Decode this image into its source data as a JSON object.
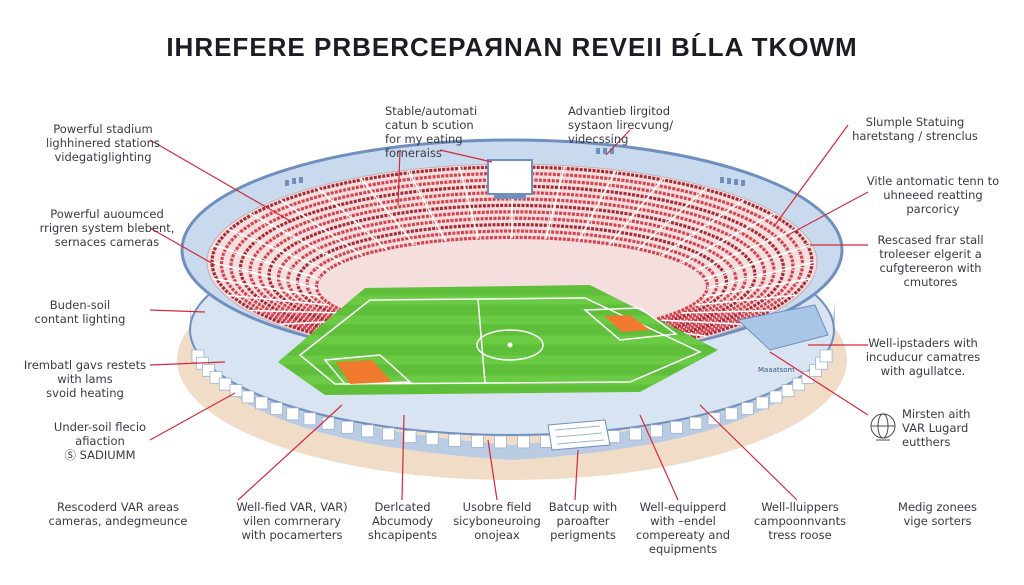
{
  "title": "IHREFERE PRBERCEPAЯNAN REVEII BĹLA TKOWM",
  "colors": {
    "seat": "#d7424f",
    "seat_dark": "#a82a37",
    "stand_bg": "#f5dede",
    "pitch": "#5fbf3a",
    "pitch_line": "#ffffff",
    "penalty_box": "#f07a2e",
    "roof": "#c9d9ee",
    "roof_edge": "#6f8fbf",
    "facade": "#d8e4f2",
    "facade_glass": "#ffffff",
    "ground": "#f1dcc8",
    "leader": "#d42a3a"
  },
  "labels": {
    "top_left_1": "Powerful stadium\nlighhinered stations\nvidegatiglighting",
    "top_center_1": "Stable/automati\ncatun b scution\nfor my eating\nforneraiss",
    "top_center_2": "Advantieb lirgitod\nsystaon lirecvung/\nvidecssing",
    "top_right_1": "Slumple Statuing\nharetstang / strenclus",
    "left_2": "Powerful auoumced\nrrigren system blebent,\nsernaces cameras",
    "right_2": "Vitle antomatic tenn to\nuhneeed reatting\nparcoricy",
    "right_3": "Rescased frar stall\ntroleeser elgerit a\ncufgtereeron with\ncmutores",
    "left_3": "Buden-soil\ncontant lighting",
    "left_4": "Irembatl gavs restets\nwith lams\nsvoid heating",
    "right_4": "Well-ipstaders with\nincuducur camatres\nwith agullatce.",
    "left_5": "Under-soil flecio\nafiaction\nⓈ SADIUMM",
    "right_5": "Mirsten aith\nVAR Lugard\neutthers",
    "bottom_1": "Rescoderd VAR areas\ncameras, andegmeunce",
    "bottom_2": "Well-fied VAR, VAR)\nvilen comrnerary\nwith pocamerters",
    "bottom_3": "Derlcated\nAbcumody\nshcapipents",
    "bottom_4": "Usobre field\nsicyboneuroing\nonojeax",
    "bottom_5": "Batcup with\nparoafter\nperigments",
    "bottom_6": "Well-equipperd\nwith –endel\ncompereaty and\nequipments",
    "bottom_7": "Well-lluippers\ncampoonnvants\ntress roose",
    "bottom_8": "Medig zonees\nvige sorters"
  },
  "stadium_sign": "Maaatsom"
}
